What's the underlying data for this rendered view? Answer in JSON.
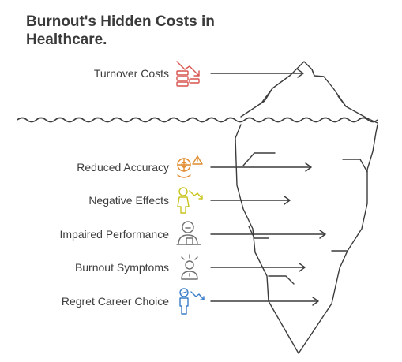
{
  "title_lines": [
    "Burnout's Hidden Costs in",
    "Healthcare."
  ],
  "above_water": [
    {
      "label": "Turnover Costs",
      "icon": "money-decline-icon",
      "color": "#d9534f"
    }
  ],
  "below_water": [
    {
      "label": "Reduced Accuracy",
      "icon": "warning-target-icon",
      "color": "#e08a2b"
    },
    {
      "label": "Negative Effects",
      "icon": "person-decline-icon",
      "color": "#c9c41d"
    },
    {
      "label": "Impaired Performance",
      "icon": "worker-desk-icon",
      "color": "#707070"
    },
    {
      "label": "Burnout Symptoms",
      "icon": "stressed-face-icon",
      "color": "#707070"
    },
    {
      "label": "Regret Career Choice",
      "icon": "person-regret-icon",
      "color": "#3b7ec9"
    }
  ]
}
